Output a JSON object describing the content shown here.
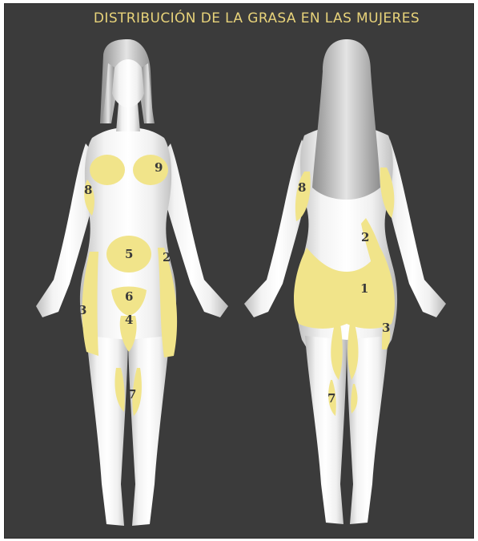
{
  "title": "DISTRIBUCIÓN DE LA GRASA EN LAS MUJERES",
  "colors": {
    "background": "#3b3b3b",
    "title": "#e8d37a",
    "fat_zone": "#f1e48a",
    "body": "#e9e9e9",
    "hair": "#c4c4c4",
    "number": "#3a3a3a"
  },
  "front": {
    "zones": [
      {
        "label": "9"
      },
      {
        "label": "8"
      },
      {
        "label": "5"
      },
      {
        "label": "2"
      },
      {
        "label": "6"
      },
      {
        "label": "3"
      },
      {
        "label": "4"
      },
      {
        "label": "7"
      }
    ]
  },
  "back": {
    "zones": [
      {
        "label": "8"
      },
      {
        "label": "2"
      },
      {
        "label": "1"
      },
      {
        "label": "3"
      },
      {
        "label": "7"
      }
    ]
  }
}
